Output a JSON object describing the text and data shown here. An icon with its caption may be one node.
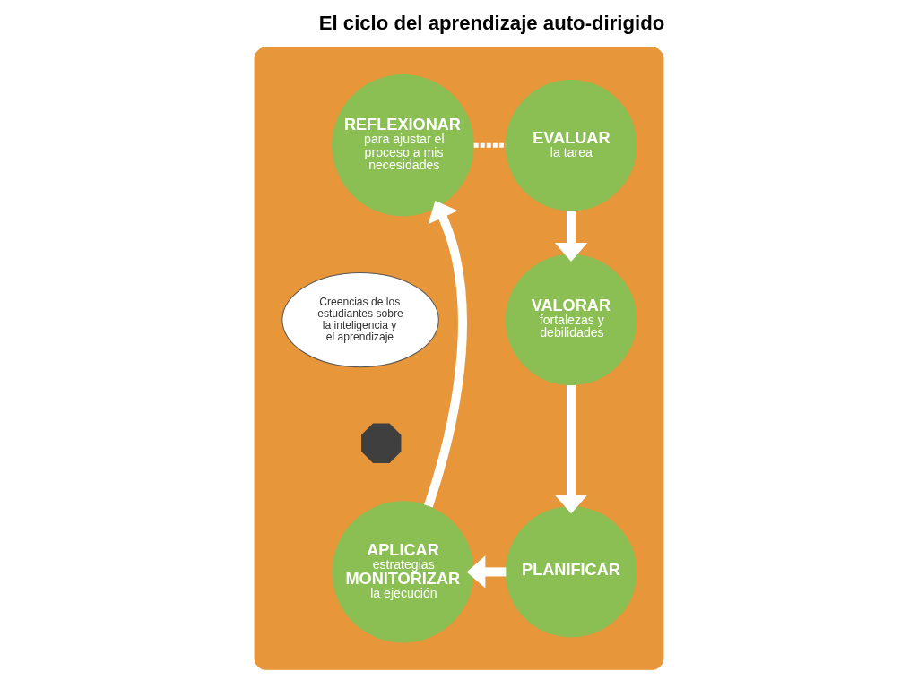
{
  "diagram": {
    "title": "El ciclo del aprendizaje auto-dirigido",
    "nodes": [
      {
        "text": [],
        "shape": "cloud"
      },
      {
        "text": [
          "EVALUAR",
          "la tarea"
        ],
        "in": 0
      },
      {
        "text": [
          "VALORAR",
          "fortalezas y debilidades"
        ],
        "in": 0
      },
      {
        "text": [
          "PLANIFICAR"
        ],
        "in": 0
      },
      {
        "text": [
          "APLICAR",
          "estrategias",
          "MONITORIZAR",
          "la ejecución"
        ],
        "in": 0
      },
      {
        "text": [
          "REFLEXIONAR",
          "para ajustar el proceso a mis necesidades"
        ],
        "in": 0
      },
      {
        "text": [
          "Creencias de los estudiantes sobre la inteligencia y el aprendizaje"
        ],
        "in": 0
      },
      {
        "text": [],
        "shape": "person",
        "in": 0
      }
    ],
    "edges": [
      {
        "from": 1,
        "to": 2,
        "arrow": "to"
      },
      {
        "from": 2,
        "to": 3,
        "arrow": "to"
      },
      {
        "from": 3,
        "to": 4,
        "arrow": "to"
      },
      {
        "from": 4,
        "to": 5,
        "arrow": "to"
      },
      {
        "from": 5,
        "to": 1,
        "arrow": "none",
        "style": "dashed"
      }
    ]
  }
}
